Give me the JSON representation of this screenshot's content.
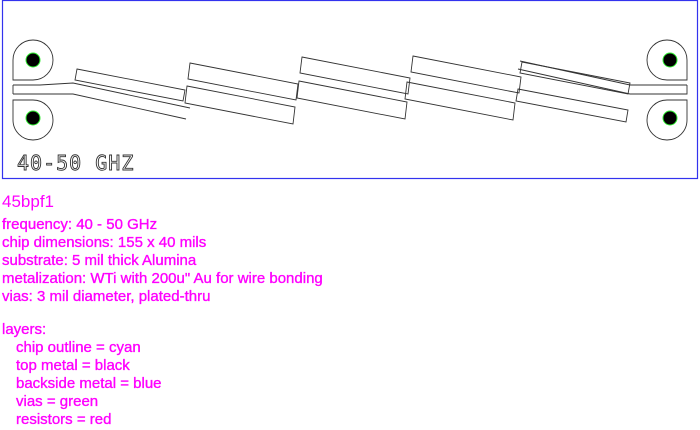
{
  "chip": {
    "label": "40-50 GHZ",
    "colors": {
      "outline": "#3333ee",
      "metal": "#333333",
      "via": "#33ee33",
      "text": "#ff00ff"
    }
  },
  "part_name": "45bpf1",
  "specs": [
    "frequency: 40 - 50 GHz",
    "chip dimensions: 155 x 40 mils",
    "substrate: 5 mil thick Alumina",
    "metalization: WTi with 200u\" Au for wire bonding",
    "vias: 3 mil diameter, plated-thru"
  ],
  "layers": {
    "heading": "layers:",
    "items": [
      "chip outline = cyan",
      "top metal = black",
      "backside metal = blue",
      "vias = green",
      "resistors = red"
    ]
  }
}
